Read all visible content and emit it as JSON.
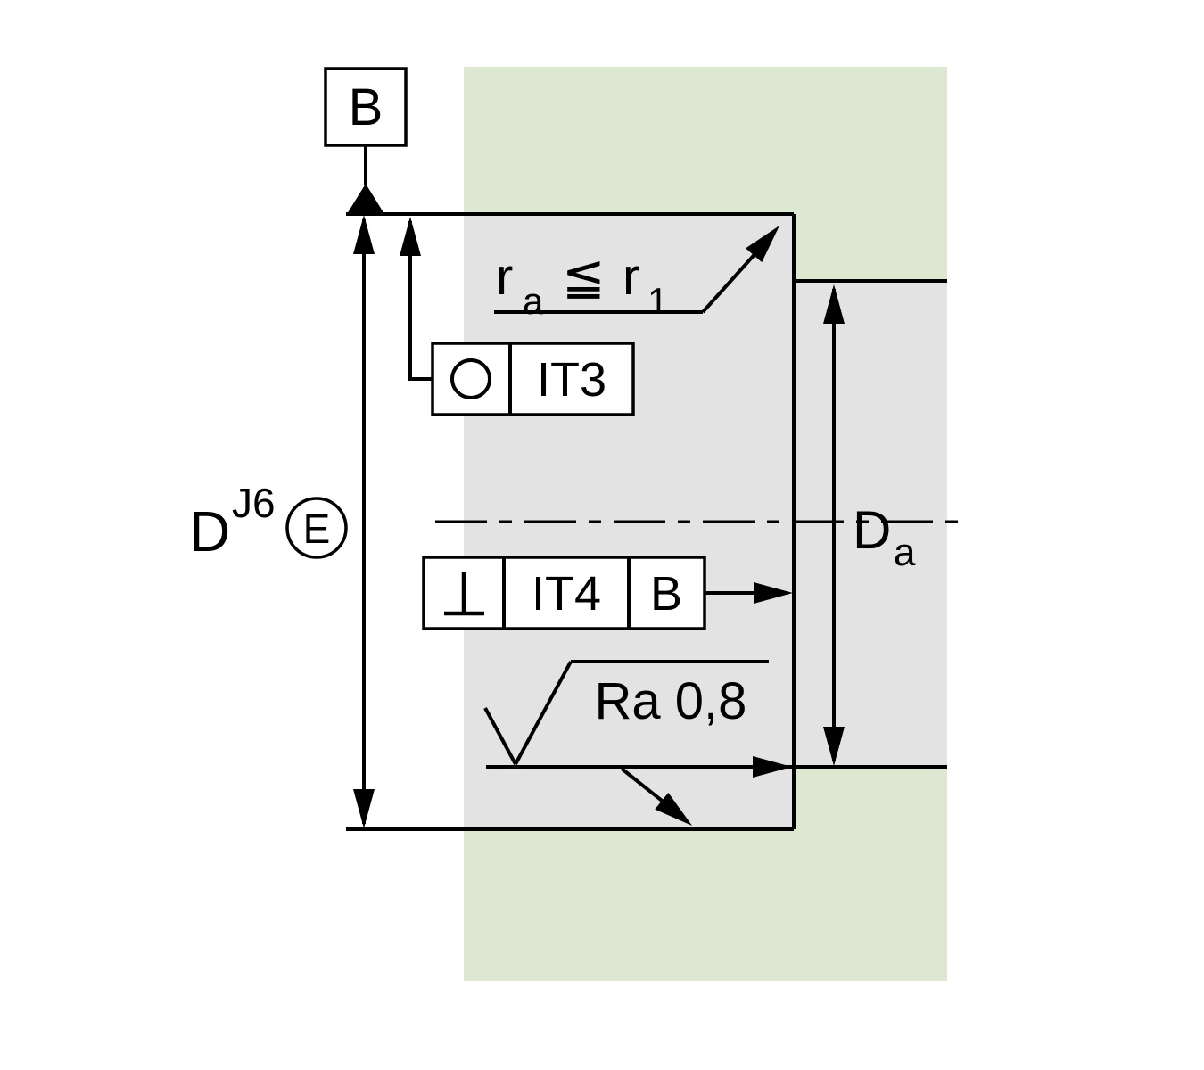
{
  "diagram": {
    "datum": {
      "label": "B"
    },
    "fillet_note": {
      "ra": "r",
      "ra_sub": "a",
      "relation": "≦",
      "r1": "r",
      "r1_sub": "1"
    },
    "circularity_frame": {
      "tolerance": "IT3"
    },
    "perpendicularity_frame": {
      "tolerance": "IT4",
      "datum_ref": "B"
    },
    "surface_roughness": {
      "value": "Ra 0,8"
    },
    "bore_dimension": {
      "letter": "D",
      "superscript": "J6",
      "envelope_symbol": "E"
    },
    "shoulder_dimension": {
      "letter": "D",
      "subscript": "a"
    },
    "colors": {
      "band-green": "#dce8d2",
      "section-gray": "#e3e3e3",
      "line": "#000000"
    }
  }
}
